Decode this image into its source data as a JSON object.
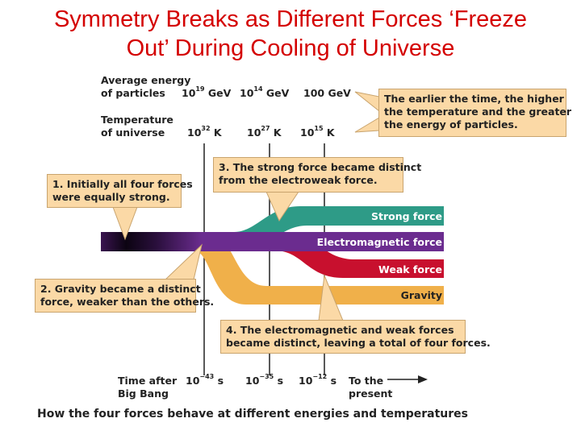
{
  "title": {
    "line1": "Symmetry Breaks as Different Forces ‘Freeze",
    "line2": "Out’ During Cooling of Universe"
  },
  "energy_label": {
    "line1": "Average energy",
    "line2": "of particles"
  },
  "temp_label": {
    "line1": "Temperature",
    "line2": "of universe"
  },
  "energies": [
    {
      "mantissa": "10",
      "exp": "19",
      "unit": " GeV"
    },
    {
      "mantissa": "10",
      "exp": "14",
      "unit": " GeV"
    },
    {
      "mantissa": "100 GeV",
      "exp": "",
      "unit": ""
    }
  ],
  "temperatures": [
    {
      "mantissa": "10",
      "exp": "32",
      "unit": " K"
    },
    {
      "mantissa": "10",
      "exp": "27",
      "unit": " K"
    },
    {
      "mantissa": "10",
      "exp": "15",
      "unit": " K"
    }
  ],
  "times": [
    {
      "mantissa": "10",
      "exp": "−43",
      "unit": " s"
    },
    {
      "mantissa": "10",
      "exp": "−35",
      "unit": " s"
    },
    {
      "mantissa": "10",
      "exp": "−12",
      "unit": " s"
    }
  ],
  "time_label": {
    "line1": "Time after",
    "line2": "Big Bang"
  },
  "present_label": {
    "line1": "To the",
    "line2": "present"
  },
  "forces": {
    "strong": {
      "label": "Strong force",
      "color": "#2e9b87"
    },
    "em": {
      "label": "Electromagnetic force",
      "color": "#6b2c8f"
    },
    "weak": {
      "label": "Weak force",
      "color": "#c8102e"
    },
    "gravity": {
      "label": "Gravity",
      "color": "#f0b04a"
    }
  },
  "callouts": {
    "c1": {
      "line1": "1. Initially all four forces",
      "line2": "were equally strong."
    },
    "c2": {
      "line1": "2. Gravity became a distinct",
      "line2": "force, weaker than the others."
    },
    "c3": {
      "line1": "3. The strong force became distinct",
      "line2": "from the electroweak force."
    },
    "c4": {
      "line1": "4. The electromagnetic and weak forces",
      "line2": "became distinct, leaving a total of four forces."
    },
    "c5": {
      "line1": "The earlier the time, the higher",
      "line2": "the temperature and the greater",
      "line3": "the energy of particles."
    }
  },
  "caption": "How the four forces behave at different energies and temperatures",
  "colors": {
    "title": "#d40000",
    "callout_fill": "#fbd9a6",
    "callout_border": "#c9a46e"
  }
}
